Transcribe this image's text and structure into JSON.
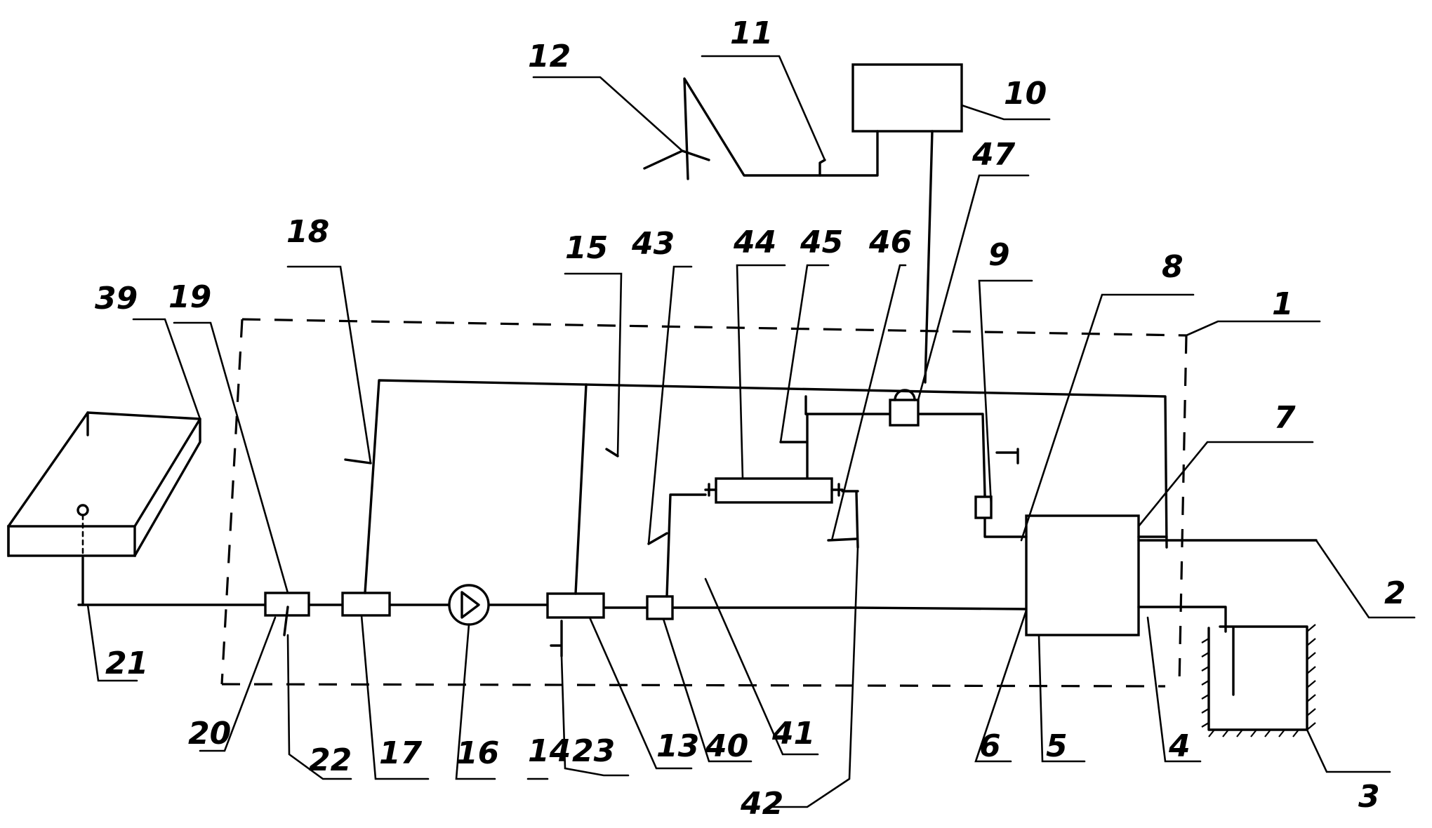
{
  "labels": {
    "n1": "1",
    "n2": "2",
    "n3": "3",
    "n4": "4",
    "n5": "5",
    "n6": "6",
    "n7": "7",
    "n8": "8",
    "n9": "9",
    "n10": "10",
    "n11": "11",
    "n12": "12",
    "n13": "13",
    "n14": "14",
    "n15": "15",
    "n16": "16",
    "n17": "17",
    "n18": "18",
    "n19": "19",
    "n20": "20",
    "n21": "21",
    "n22": "22",
    "n23": "23",
    "n39": "39",
    "n40": "40",
    "n41": "41",
    "n42": "42",
    "n43": "43",
    "n44": "44",
    "n45": "45",
    "n46": "46",
    "n47": "47"
  }
}
